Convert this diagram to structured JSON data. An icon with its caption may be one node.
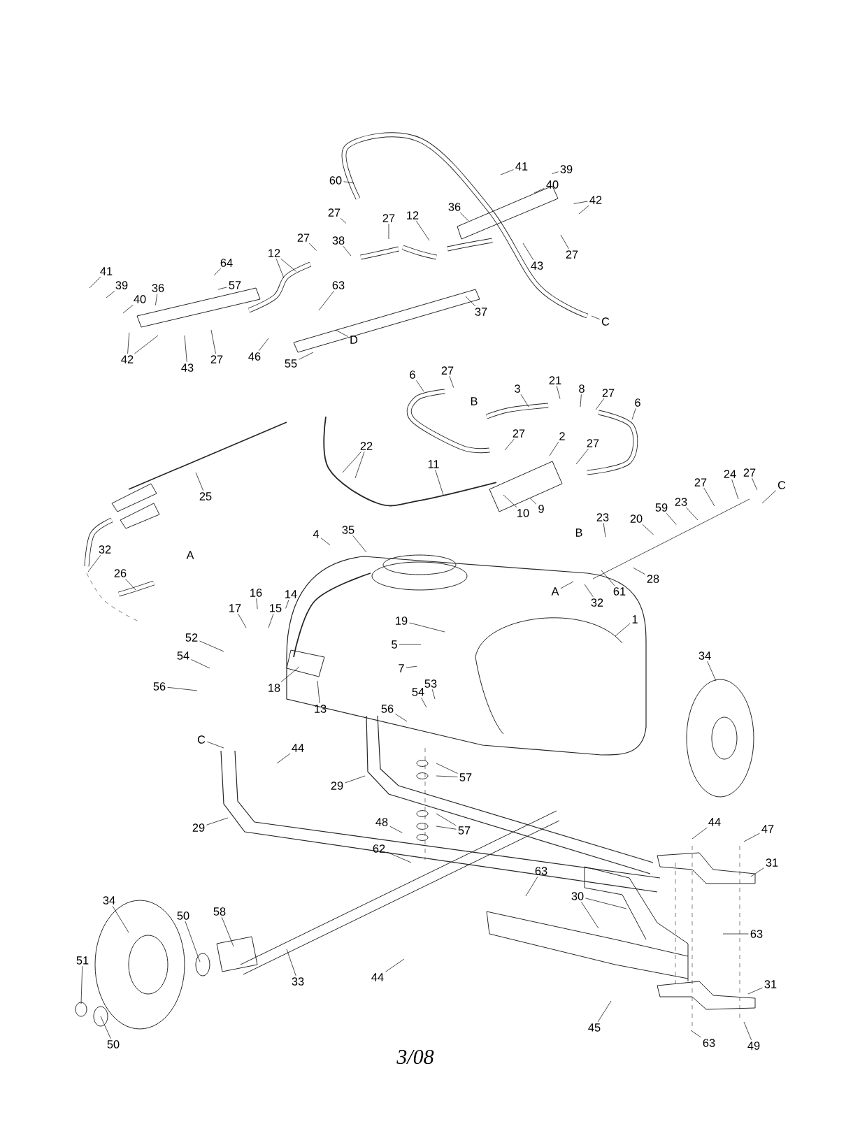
{
  "diagram": {
    "nodes": [
      {
        "text": [
          "60"
        ]
      },
      {
        "text": [
          "41"
        ]
      },
      {
        "text": [
          "39"
        ]
      },
      {
        "text": [
          "40"
        ]
      },
      {
        "text": [
          "42"
        ]
      },
      {
        "text": [
          "36"
        ]
      },
      {
        "text": [
          "27"
        ]
      },
      {
        "text": [
          "27"
        ]
      },
      {
        "text": [
          "12"
        ]
      },
      {
        "text": [
          "27"
        ]
      },
      {
        "text": [
          "38"
        ]
      },
      {
        "text": [
          "43"
        ]
      },
      {
        "text": [
          "27"
        ]
      },
      {
        "text": [
          "12"
        ]
      },
      {
        "text": [
          "64"
        ]
      },
      {
        "text": [
          "41"
        ]
      },
      {
        "text": [
          "39"
        ]
      },
      {
        "text": [
          "57"
        ]
      },
      {
        "text": [
          "63"
        ]
      },
      {
        "text": [
          "36"
        ]
      },
      {
        "text": [
          "40"
        ]
      },
      {
        "text": [
          "37"
        ]
      },
      {
        "text": [
          "C"
        ]
      },
      {
        "text": [
          "D"
        ]
      },
      {
        "text": [
          "42"
        ]
      },
      {
        "text": [
          "27"
        ]
      },
      {
        "text": [
          "43"
        ]
      },
      {
        "text": [
          "46"
        ]
      },
      {
        "text": [
          "55"
        ]
      },
      {
        "text": [
          "6"
        ]
      },
      {
        "text": [
          "27"
        ]
      },
      {
        "text": [
          "B"
        ]
      },
      {
        "text": [
          "3"
        ]
      },
      {
        "text": [
          "21"
        ]
      },
      {
        "text": [
          "8"
        ]
      },
      {
        "text": [
          "27"
        ]
      },
      {
        "text": [
          "6"
        ]
      },
      {
        "text": [
          "27"
        ]
      },
      {
        "text": [
          "2"
        ]
      },
      {
        "text": [
          "27"
        ]
      },
      {
        "text": [
          "22"
        ]
      },
      {
        "text": [
          "11"
        ]
      },
      {
        "text": [
          "25"
        ]
      },
      {
        "text": [
          "10"
        ]
      },
      {
        "text": [
          "9"
        ]
      },
      {
        "text": [
          "27"
        ]
      },
      {
        "text": [
          "24"
        ]
      },
      {
        "text": [
          "27"
        ]
      },
      {
        "text": [
          "C"
        ]
      },
      {
        "text": [
          "23"
        ]
      },
      {
        "text": [
          "59"
        ]
      },
      {
        "text": [
          "20"
        ]
      },
      {
        "text": [
          "23"
        ]
      },
      {
        "text": [
          "35"
        ]
      },
      {
        "text": [
          "4"
        ]
      },
      {
        "text": [
          "B"
        ]
      },
      {
        "text": [
          "32"
        ]
      },
      {
        "text": [
          "A"
        ]
      },
      {
        "text": [
          "26"
        ]
      },
      {
        "text": [
          "28"
        ]
      },
      {
        "text": [
          "61"
        ]
      },
      {
        "text": [
          "A"
        ]
      },
      {
        "text": [
          "32"
        ]
      },
      {
        "text": [
          "14"
        ]
      },
      {
        "text": [
          "16"
        ]
      },
      {
        "text": [
          "17"
        ]
      },
      {
        "text": [
          "15"
        ]
      },
      {
        "text": [
          "1"
        ]
      },
      {
        "text": [
          "19"
        ]
      },
      {
        "text": [
          "52"
        ]
      },
      {
        "text": [
          "5"
        ]
      },
      {
        "text": [
          "54"
        ]
      },
      {
        "text": [
          "34"
        ]
      },
      {
        "text": [
          "7"
        ]
      },
      {
        "text": [
          "56"
        ]
      },
      {
        "text": [
          "18"
        ]
      },
      {
        "text": [
          "53"
        ]
      },
      {
        "text": [
          "54"
        ]
      },
      {
        "text": [
          "13"
        ]
      },
      {
        "text": [
          "56"
        ]
      },
      {
        "text": [
          "C"
        ]
      },
      {
        "text": [
          "44"
        ]
      },
      {
        "text": [
          "57"
        ]
      },
      {
        "text": [
          "29"
        ]
      },
      {
        "text": [
          "44"
        ]
      },
      {
        "text": [
          "48"
        ]
      },
      {
        "text": [
          "29"
        ]
      },
      {
        "text": [
          "47"
        ]
      },
      {
        "text": [
          "57"
        ]
      },
      {
        "text": [
          "62"
        ]
      },
      {
        "text": [
          "31"
        ]
      },
      {
        "text": [
          "63"
        ]
      },
      {
        "text": [
          "30"
        ]
      },
      {
        "text": [
          "34"
        ]
      },
      {
        "text": [
          "58"
        ]
      },
      {
        "text": [
          "50"
        ]
      },
      {
        "text": [
          "63"
        ]
      },
      {
        "text": [
          "51"
        ]
      },
      {
        "text": [
          "33"
        ]
      },
      {
        "text": [
          "44"
        ]
      },
      {
        "text": [
          "31"
        ]
      },
      {
        "text": [
          "45"
        ]
      },
      {
        "text": [
          "63"
        ]
      },
      {
        "text": [
          "50"
        ]
      },
      {
        "text": [
          "49"
        ]
      }
    ],
    "edges": [
      {
        "from": 0,
        "to": null,
        "arrow": "none"
      },
      {
        "from": 1,
        "to": null,
        "arrow": "none"
      },
      {
        "from": 2,
        "to": null,
        "arrow": "none"
      },
      {
        "from": 3,
        "to": null,
        "arrow": "none"
      },
      {
        "from": 4,
        "to": null,
        "arrow": "none"
      },
      {
        "from": 4,
        "to": null,
        "arrow": "none"
      },
      {
        "from": 5,
        "to": null,
        "arrow": "none"
      },
      {
        "from": 6,
        "to": null,
        "arrow": "none"
      },
      {
        "from": 7,
        "to": null,
        "arrow": "none"
      },
      {
        "from": 8,
        "to": null,
        "arrow": "none"
      },
      {
        "from": 9,
        "to": null,
        "arrow": "none"
      },
      {
        "from": 10,
        "to": null,
        "arrow": "none"
      },
      {
        "from": 11,
        "to": null,
        "arrow": "none"
      },
      {
        "from": 12,
        "to": null,
        "arrow": "none"
      },
      {
        "from": 13,
        "to": null,
        "arrow": "none"
      },
      {
        "from": 13,
        "to": null,
        "arrow": "none"
      },
      {
        "from": 14,
        "to": null,
        "arrow": "none"
      },
      {
        "from": 15,
        "to": null,
        "arrow": "none"
      },
      {
        "from": 16,
        "to": null,
        "arrow": "none"
      },
      {
        "from": 17,
        "to": null,
        "arrow": "none"
      },
      {
        "from": 18,
        "to": null,
        "arrow": "none"
      },
      {
        "from": 19,
        "to": null,
        "arrow": "none"
      },
      {
        "from": 20,
        "to": null,
        "arrow": "none"
      },
      {
        "from": 21,
        "to": null,
        "arrow": "none"
      },
      {
        "from": 22,
        "to": null,
        "arrow": "none"
      },
      {
        "from": 23,
        "to": null,
        "arrow": "none"
      },
      {
        "from": 24,
        "to": null,
        "arrow": "none"
      },
      {
        "from": 24,
        "to": null,
        "arrow": "none"
      },
      {
        "from": 25,
        "to": null,
        "arrow": "none"
      },
      {
        "from": 26,
        "to": null,
        "arrow": "none"
      },
      {
        "from": 27,
        "to": null,
        "arrow": "none"
      },
      {
        "from": 28,
        "to": null,
        "arrow": "none"
      },
      {
        "from": 29,
        "to": null,
        "arrow": "none"
      },
      {
        "from": 30,
        "to": null,
        "arrow": "none"
      },
      {
        "from": 32,
        "to": null,
        "arrow": "none"
      },
      {
        "from": 33,
        "to": null,
        "arrow": "none"
      },
      {
        "from": 34,
        "to": null,
        "arrow": "none"
      },
      {
        "from": 35,
        "to": null,
        "arrow": "none"
      },
      {
        "from": 36,
        "to": null,
        "arrow": "none"
      },
      {
        "from": 37,
        "to": null,
        "arrow": "none"
      },
      {
        "from": 38,
        "to": null,
        "arrow": "none"
      },
      {
        "from": 39,
        "to": null,
        "arrow": "none"
      },
      {
        "from": 40,
        "to": null,
        "arrow": "none"
      },
      {
        "from": 40,
        "to": null,
        "arrow": "none"
      },
      {
        "from": 41,
        "to": null,
        "arrow": "none"
      },
      {
        "from": 42,
        "to": null,
        "arrow": "none"
      },
      {
        "from": 43,
        "to": null,
        "arrow": "none"
      },
      {
        "from": 44,
        "to": null,
        "arrow": "none"
      },
      {
        "from": 45,
        "to": null,
        "arrow": "none"
      },
      {
        "from": 46,
        "to": null,
        "arrow": "none"
      },
      {
        "from": 47,
        "to": null,
        "arrow": "none"
      },
      {
        "from": 48,
        "to": null,
        "arrow": "none"
      },
      {
        "from": 49,
        "to": null,
        "arrow": "none"
      },
      {
        "from": 50,
        "to": null,
        "arrow": "none"
      },
      {
        "from": 51,
        "to": null,
        "arrow": "none"
      },
      {
        "from": 52,
        "to": null,
        "arrow": "none"
      },
      {
        "from": 53,
        "to": null,
        "arrow": "none"
      },
      {
        "from": 54,
        "to": null,
        "arrow": "none"
      },
      {
        "from": 56,
        "to": null,
        "arrow": "none"
      },
      {
        "from": 58,
        "to": null,
        "arrow": "none"
      },
      {
        "from": 59,
        "to": null,
        "arrow": "none"
      },
      {
        "from": 60,
        "to": null,
        "arrow": "none"
      },
      {
        "from": 61,
        "to": null,
        "arrow": "none"
      },
      {
        "from": 62,
        "to": null,
        "arrow": "none"
      },
      {
        "from": 63,
        "to": null,
        "arrow": "none"
      },
      {
        "from": 64,
        "to": null,
        "arrow": "none"
      },
      {
        "from": 65,
        "to": null,
        "arrow": "none"
      },
      {
        "from": 66,
        "to": null,
        "arrow": "none"
      },
      {
        "from": 67,
        "to": null,
        "arrow": "none"
      },
      {
        "from": 68,
        "to": null,
        "arrow": "none"
      },
      {
        "from": 69,
        "to": null,
        "arrow": "none"
      },
      {
        "from": 70,
        "to": null,
        "arrow": "none"
      },
      {
        "from": 71,
        "to": null,
        "arrow": "none"
      },
      {
        "from": 72,
        "to": null,
        "arrow": "none"
      },
      {
        "from": 73,
        "to": null,
        "arrow": "none"
      },
      {
        "from": 74,
        "to": null,
        "arrow": "none"
      },
      {
        "from": 75,
        "to": null,
        "arrow": "none"
      },
      {
        "from": 76,
        "to": null,
        "arrow": "none"
      },
      {
        "from": 77,
        "to": null,
        "arrow": "none"
      },
      {
        "from": 78,
        "to": null,
        "arrow": "none"
      },
      {
        "from": 79,
        "to": null,
        "arrow": "none"
      },
      {
        "from": 80,
        "to": null,
        "arrow": "none"
      },
      {
        "from": 81,
        "to": null,
        "arrow": "none"
      },
      {
        "from": 82,
        "to": null,
        "arrow": "none"
      },
      {
        "from": 82,
        "to": null,
        "arrow": "none"
      },
      {
        "from": 83,
        "to": null,
        "arrow": "none"
      },
      {
        "from": 84,
        "to": null,
        "arrow": "none"
      },
      {
        "from": 85,
        "to": null,
        "arrow": "none"
      },
      {
        "from": 86,
        "to": null,
        "arrow": "none"
      },
      {
        "from": 87,
        "to": null,
        "arrow": "none"
      },
      {
        "from": 88,
        "to": null,
        "arrow": "none"
      },
      {
        "from": 88,
        "to": null,
        "arrow": "none"
      },
      {
        "from": 89,
        "to": null,
        "arrow": "none"
      },
      {
        "from": 90,
        "to": null,
        "arrow": "none"
      },
      {
        "from": 91,
        "to": null,
        "arrow": "none"
      },
      {
        "from": 92,
        "to": null,
        "arrow": "none"
      },
      {
        "from": 92,
        "to": null,
        "arrow": "none"
      },
      {
        "from": 93,
        "to": null,
        "arrow": "none"
      },
      {
        "from": 94,
        "to": null,
        "arrow": "none"
      },
      {
        "from": 95,
        "to": null,
        "arrow": "none"
      },
      {
        "from": 96,
        "to": null,
        "arrow": "none"
      },
      {
        "from": 97,
        "to": null,
        "arrow": "none"
      },
      {
        "from": 98,
        "to": null,
        "arrow": "none"
      },
      {
        "from": 99,
        "to": null,
        "arrow": "none"
      },
      {
        "from": 100,
        "to": null,
        "arrow": "none"
      },
      {
        "from": 101,
        "to": null,
        "arrow": "none"
      },
      {
        "from": 102,
        "to": null,
        "arrow": "none"
      },
      {
        "from": 103,
        "to": null,
        "arrow": "none"
      },
      {
        "from": 104,
        "to": null,
        "arrow": "none"
      }
    ],
    "labels": [
      "3/08"
    ]
  }
}
